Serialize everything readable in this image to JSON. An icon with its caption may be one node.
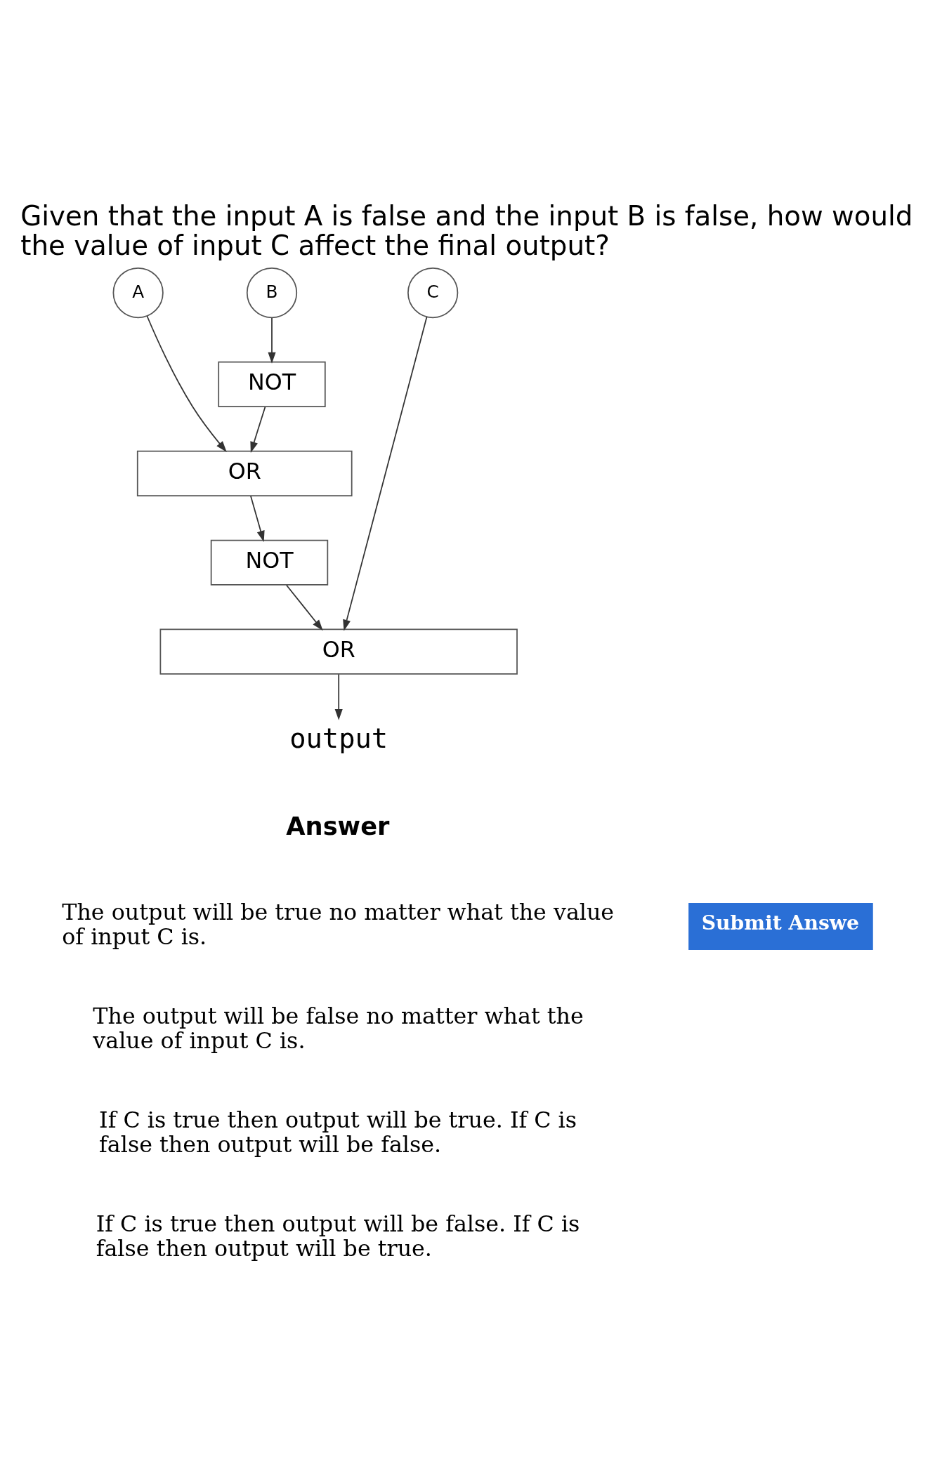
{
  "diagram": {
    "title": "Given that the input A is false and the input B is false, how would the value of input C affect the final output?",
    "nodes": [
      {
        "text": [
          "A"
        ]
      },
      {
        "text": [
          "B"
        ]
      },
      {
        "text": [
          "C"
        ]
      },
      {
        "text": [
          "NOT"
        ]
      },
      {
        "text": [
          "OR"
        ]
      },
      {
        "text": [
          "NOT"
        ]
      },
      {
        "text": [
          "OR"
        ]
      },
      {
        "text": [
          "output"
        ]
      }
    ],
    "edges": [
      {
        "from": 1,
        "to": 3,
        "arrow": "to"
      },
      {
        "from": 0,
        "to": 4,
        "arrow": "to"
      },
      {
        "from": 3,
        "to": 4,
        "arrow": "to"
      },
      {
        "from": 4,
        "to": 5,
        "arrow": "to"
      },
      {
        "from": 5,
        "to": 6,
        "arrow": "to"
      },
      {
        "from": 2,
        "to": 6,
        "arrow": "to"
      },
      {
        "from": 6,
        "to": 7,
        "arrow": "to"
      }
    ],
    "labels": [
      "Answer",
      "Submit Answe",
      "The output will be true no matter what the value of input C is.",
      "The output will be false no matter what the value of input C is.",
      "If C is true then output will be true. If C is false then output will be false.",
      "If C is true then output will be false. If C is false then output will be true."
    ]
  }
}
